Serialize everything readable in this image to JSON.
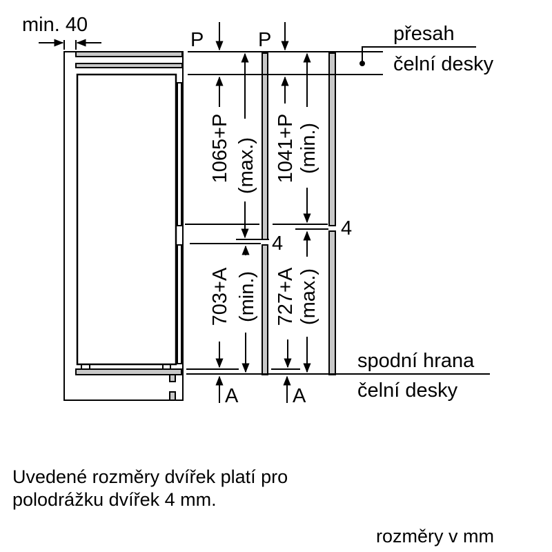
{
  "labels": {
    "min_gap": "min. 40",
    "p_top_1": "P",
    "p_top_2": "P",
    "top_door_max_value": "1065+P",
    "top_door_max_qual": "(max.)",
    "top_door_min_value": "1041+P",
    "top_door_min_qual": "(min.)",
    "bottom_door_min_value": "703+A",
    "bottom_door_min_qual": "(min.)",
    "bottom_door_max_value": "727+A",
    "bottom_door_max_qual": "(max.)",
    "gap_1": "4",
    "gap_2": "4",
    "a_bottom_1": "A",
    "a_bottom_2": "A",
    "overlap_line1": "přesah",
    "overlap_line2": "čelní desky",
    "bottom_edge_line1": "spodní hrana",
    "bottom_edge_line2": "čelní desky"
  },
  "notes": {
    "line1": "Uvedené rozměry dvířek platí pro",
    "line2": "polodrážku dvířek 4 mm.",
    "units": "rozměry v mm"
  },
  "colors": {
    "panel_fill": "#c8c8c8",
    "line": "#000000"
  }
}
